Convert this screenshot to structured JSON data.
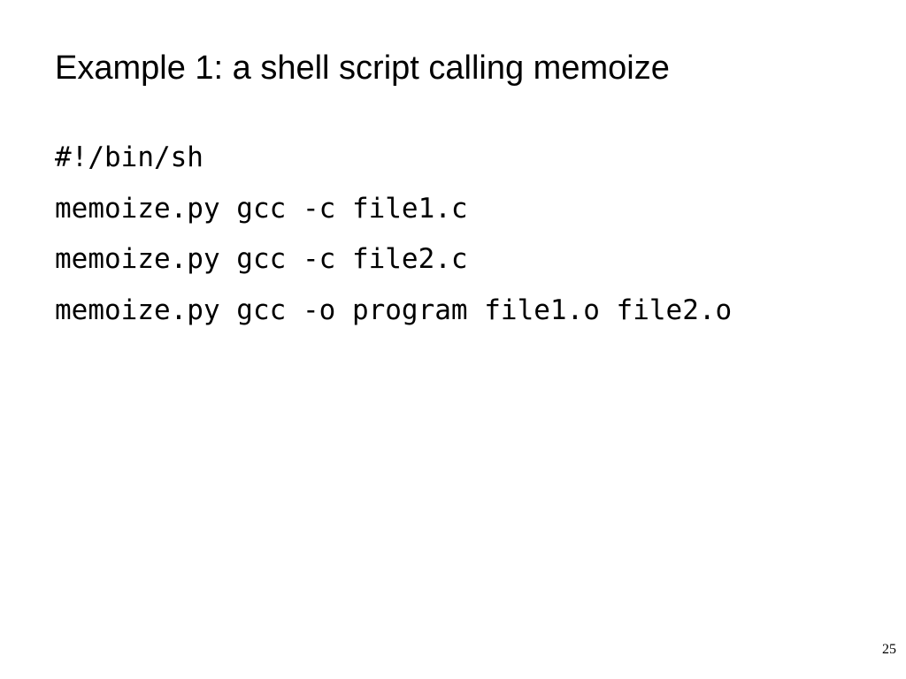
{
  "slide": {
    "title": "Example 1: a shell script calling memoize",
    "code_lines": [
      "#!/bin/sh",
      "memoize.py gcc -c file1.c",
      "memoize.py gcc -c file2.c",
      "memoize.py gcc -o program file1.o file2.o"
    ],
    "page_number": "25"
  }
}
